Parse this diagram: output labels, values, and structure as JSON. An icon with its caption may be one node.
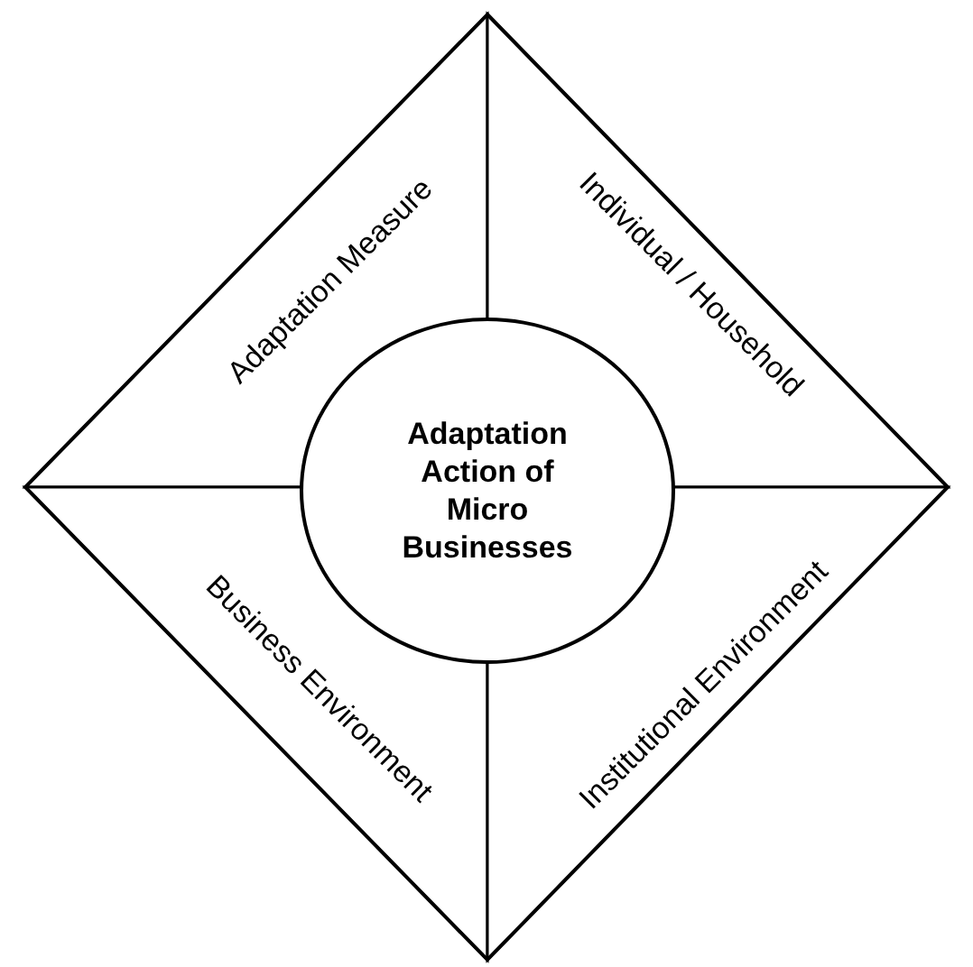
{
  "diagram": {
    "nodes": [
      {
        "text": [
          "Adaptation Measure"
        ]
      },
      {
        "text": [
          "Individual / Household"
        ]
      },
      {
        "text": [
          "Business Environment"
        ]
      },
      {
        "text": [
          "Institutional Environment"
        ]
      },
      {
        "text": [
          "Adaptation Action of Micro Businesses"
        ]
      }
    ]
  }
}
